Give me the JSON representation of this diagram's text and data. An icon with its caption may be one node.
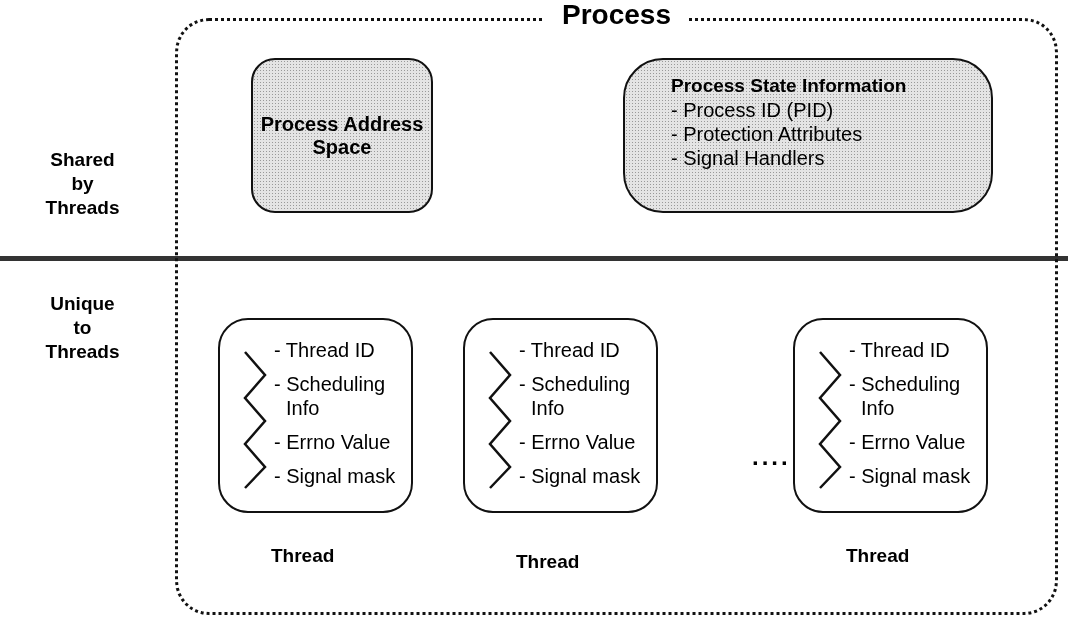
{
  "diagram": {
    "nodes": [
      {
        "text": [
          "Process"
        ]
      },
      {
        "text": [
          "Process Address Space"
        ],
        "in": 0
      },
      {
        "text": [
          "Process State Information",
          "- Process ID (PID)",
          "- Protection Attributes",
          "- Signal Handlers"
        ],
        "in": 0
      },
      {
        "text": [
          "- Thread ID",
          "- Scheduling Info",
          "- Errno Value",
          "- Signal mask"
        ],
        "in": 0,
        "beside": [
          "Thread"
        ]
      },
      {
        "text": [
          "- Thread ID",
          "- Scheduling Info",
          "- Errno Value",
          "- Signal mask"
        ],
        "in": 0,
        "beside": [
          "Thread"
        ]
      },
      {
        "text": [
          "- Thread ID",
          "- Scheduling Info",
          "- Errno Value",
          "- Signal mask"
        ],
        "in": 0,
        "beside": [
          "Thread"
        ]
      }
    ],
    "edges": [],
    "labels": [
      "Shared by Threads",
      "Unique to Threads",
      "...."
    ]
  }
}
